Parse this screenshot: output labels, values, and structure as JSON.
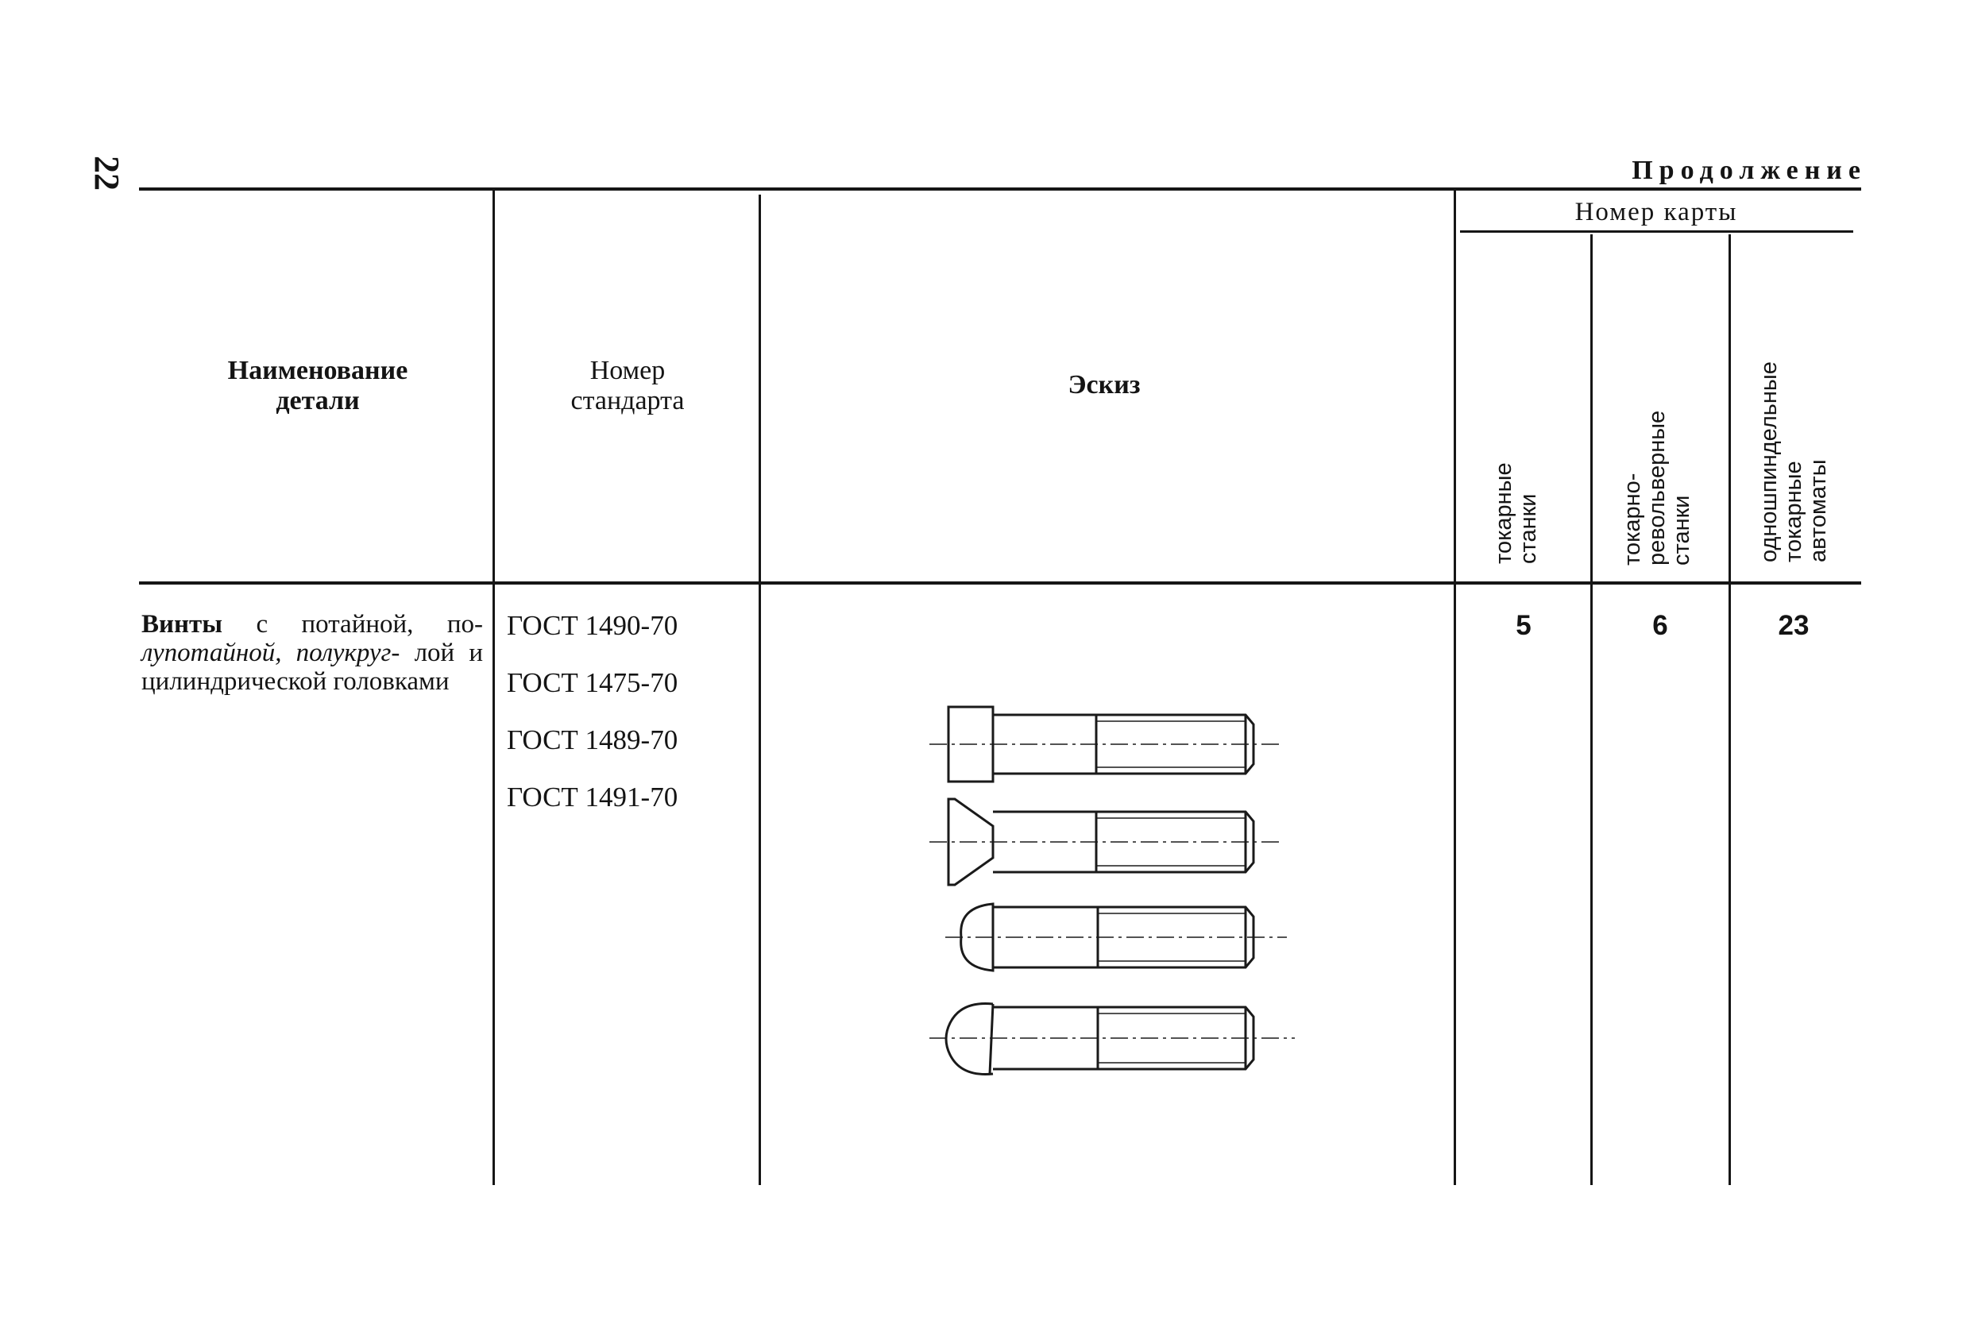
{
  "header": {
    "page_number": "22",
    "continuation": "Продолжение"
  },
  "columns": {
    "name": "Наименование детали",
    "standard_line1": "Номер",
    "standard_line2": "стандарта",
    "sketch": "Эскиз",
    "card_group": "Номер карты",
    "lathes_line1": "токарные",
    "lathes_line2": "станки",
    "turret_line1": "токарно-",
    "turret_line2": "револьверные",
    "turret_line3": "станки",
    "auto_line1": "одношпиндельные",
    "auto_line2": "токарные",
    "auto_line3": "автоматы"
  },
  "row": {
    "name_lead": "Винты",
    "name_rest1": "с потайной, по-",
    "name_italic": "лупотайной, полукруг-",
    "name_rest2": "лой и цилиндрической головками",
    "standards": [
      "ГОСТ 1490-70",
      "ГОСТ 1475-70",
      "ГОСТ 1489-70",
      "ГОСТ 1491-70"
    ],
    "card_lathes": "5",
    "card_turret": "6",
    "card_auto": "23"
  },
  "sketch": {
    "items": [
      "cylindrical-head-screw",
      "countersunk-head-screw",
      "semi-round-head-screw",
      "round-head-screw"
    ]
  }
}
